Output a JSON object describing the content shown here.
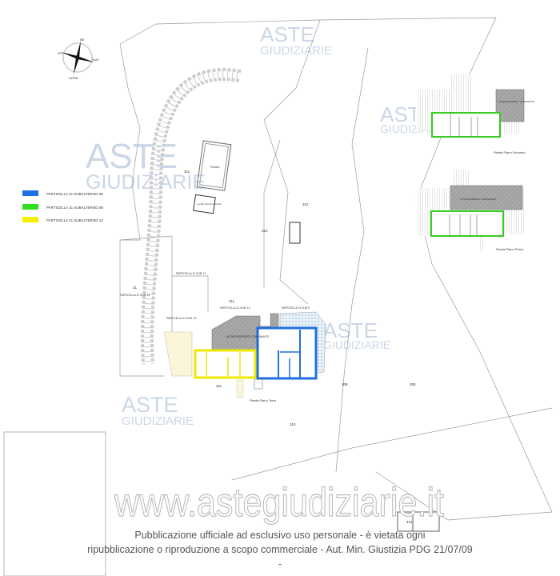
{
  "legend": [
    {
      "label": "PARTICELLA 21 SUBALTERNO 06",
      "color": "#1f6fe0"
    },
    {
      "label": "PARTICELLA 21 SUBALTERNO 09",
      "color": "#33dd22"
    },
    {
      "label": "PARTICELLA 21 SUBALTERNO 14",
      "color": "#f5f000"
    }
  ],
  "compass": {
    "n": "NE",
    "e": "SUD",
    "w": "OV",
    "s": "NORD"
  },
  "parcels": {
    "p311a": "311",
    "p312": "312",
    "p313": "313",
    "p21": "21",
    "p311b": "311",
    "p311c": "311",
    "p309": "309",
    "p308": "308",
    "p310": "310",
    "p421": "421",
    "sub15": "PARTICELLA 21 SUB. 15",
    "sub13": "PARTICELLA 21 SUB. 13",
    "sub11": "PARTICELLA 21 SUB. 11",
    "sub16": "PARTICELLA 21 SUB. 16",
    "sub9": "PARTICELLA 21 SUB.9"
  },
  "labels": {
    "piscina": "Piscina",
    "locale_tecnico": "Locale Tecnico Piscina",
    "altra_proprieta": "ALTRA PROPRIETA' CONFINANTE",
    "altra_proprieta_2": "ALTRA PROPRIETA' CONFINANTE",
    "altra_proprieta_3": "ALTRA PROPRIETA' CONFINANTE",
    "piano_terra": "Pianta Piano Terra",
    "piano_primo": "Pianta Piano Primo",
    "piano_secondo": "Pianta Piano Secondo"
  },
  "watermarks": {
    "aste": "ASTE",
    "giudiziarie": "GIUDIZIARIE",
    "url": "www.astegiudiziarie.it"
  },
  "disclaimer": {
    "line1": "Pubblicazione ufficiale ad esclusivo uso personale - è vietata ogni",
    "line2": "ripubblicazione o riproduzione a scopo commerciale - Aut. Min. Giustizia PDG 21/07/09",
    "line3": "-"
  }
}
